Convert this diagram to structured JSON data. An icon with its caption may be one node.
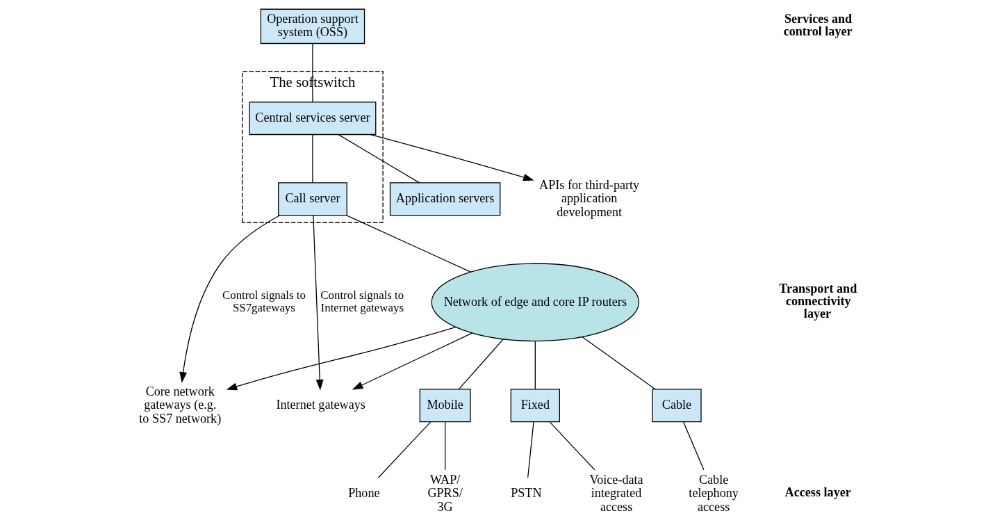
{
  "diagram": {
    "nodes": [
      {
        "text": [
          "The softswitch"
        ]
      },
      {
        "text": [
          "Application servers"
        ]
      },
      {
        "text": [
          "Operation support system (OSS)"
        ]
      },
      {
        "text": [
          "Central services server"
        ],
        "in": 0
      },
      {
        "text": [
          "Call server"
        ],
        "in": 0
      },
      {
        "text": [
          "APIs for third-party application development"
        ]
      },
      {
        "text": [
          "Network of edge and core IP routers"
        ]
      },
      {
        "text": [
          "Core network gateways (e.g. to SS7 network)"
        ]
      },
      {
        "text": [
          "Internet gateways"
        ]
      },
      {
        "text": [
          "Mobile"
        ]
      },
      {
        "text": [
          "Fixed"
        ]
      },
      {
        "text": [
          "Cable"
        ]
      },
      {
        "text": [
          "Phone"
        ]
      },
      {
        "text": [
          "WAP/ GPRS/ 3G"
        ]
      },
      {
        "text": [
          "PSTN"
        ]
      },
      {
        "text": [
          "Voice-data integrated access"
        ]
      },
      {
        "text": [
          "Cable telephony access"
        ]
      }
    ],
    "edges": [
      {
        "from": 2,
        "to": 3,
        "arrow": "none"
      },
      {
        "from": 3,
        "to": 1,
        "arrow": "none"
      },
      {
        "from": 3,
        "to": 5,
        "arrow": "to"
      },
      {
        "from": 3,
        "to": 4,
        "arrow": "none"
      },
      {
        "from": 4,
        "to": 7,
        "arrow": "to",
        "label": "Control signals to SS7gateways"
      },
      {
        "from": 4,
        "to": 8,
        "arrow": "to",
        "label": "Control signals to Internet gateways"
      },
      {
        "from": 4,
        "to": 6,
        "arrow": "none"
      },
      {
        "from": 6,
        "to": 7,
        "arrow": "to"
      },
      {
        "from": 6,
        "to": 8,
        "arrow": "to"
      },
      {
        "from": 6,
        "to": 9,
        "arrow": "none"
      },
      {
        "from": 6,
        "to": 10,
        "arrow": "none"
      },
      {
        "from": 6,
        "to": 11,
        "arrow": "none"
      },
      {
        "from": 9,
        "to": 12,
        "arrow": "none"
      },
      {
        "from": 9,
        "to": 13,
        "arrow": "none"
      },
      {
        "from": 10,
        "to": 14,
        "arrow": "none"
      },
      {
        "from": 10,
        "to": 15,
        "arrow": "none"
      },
      {
        "from": 11,
        "to": 16,
        "arrow": "none"
      }
    ],
    "labels": [
      "Services and control layer",
      "Transport and connectivity layer",
      "Access layer"
    ]
  }
}
